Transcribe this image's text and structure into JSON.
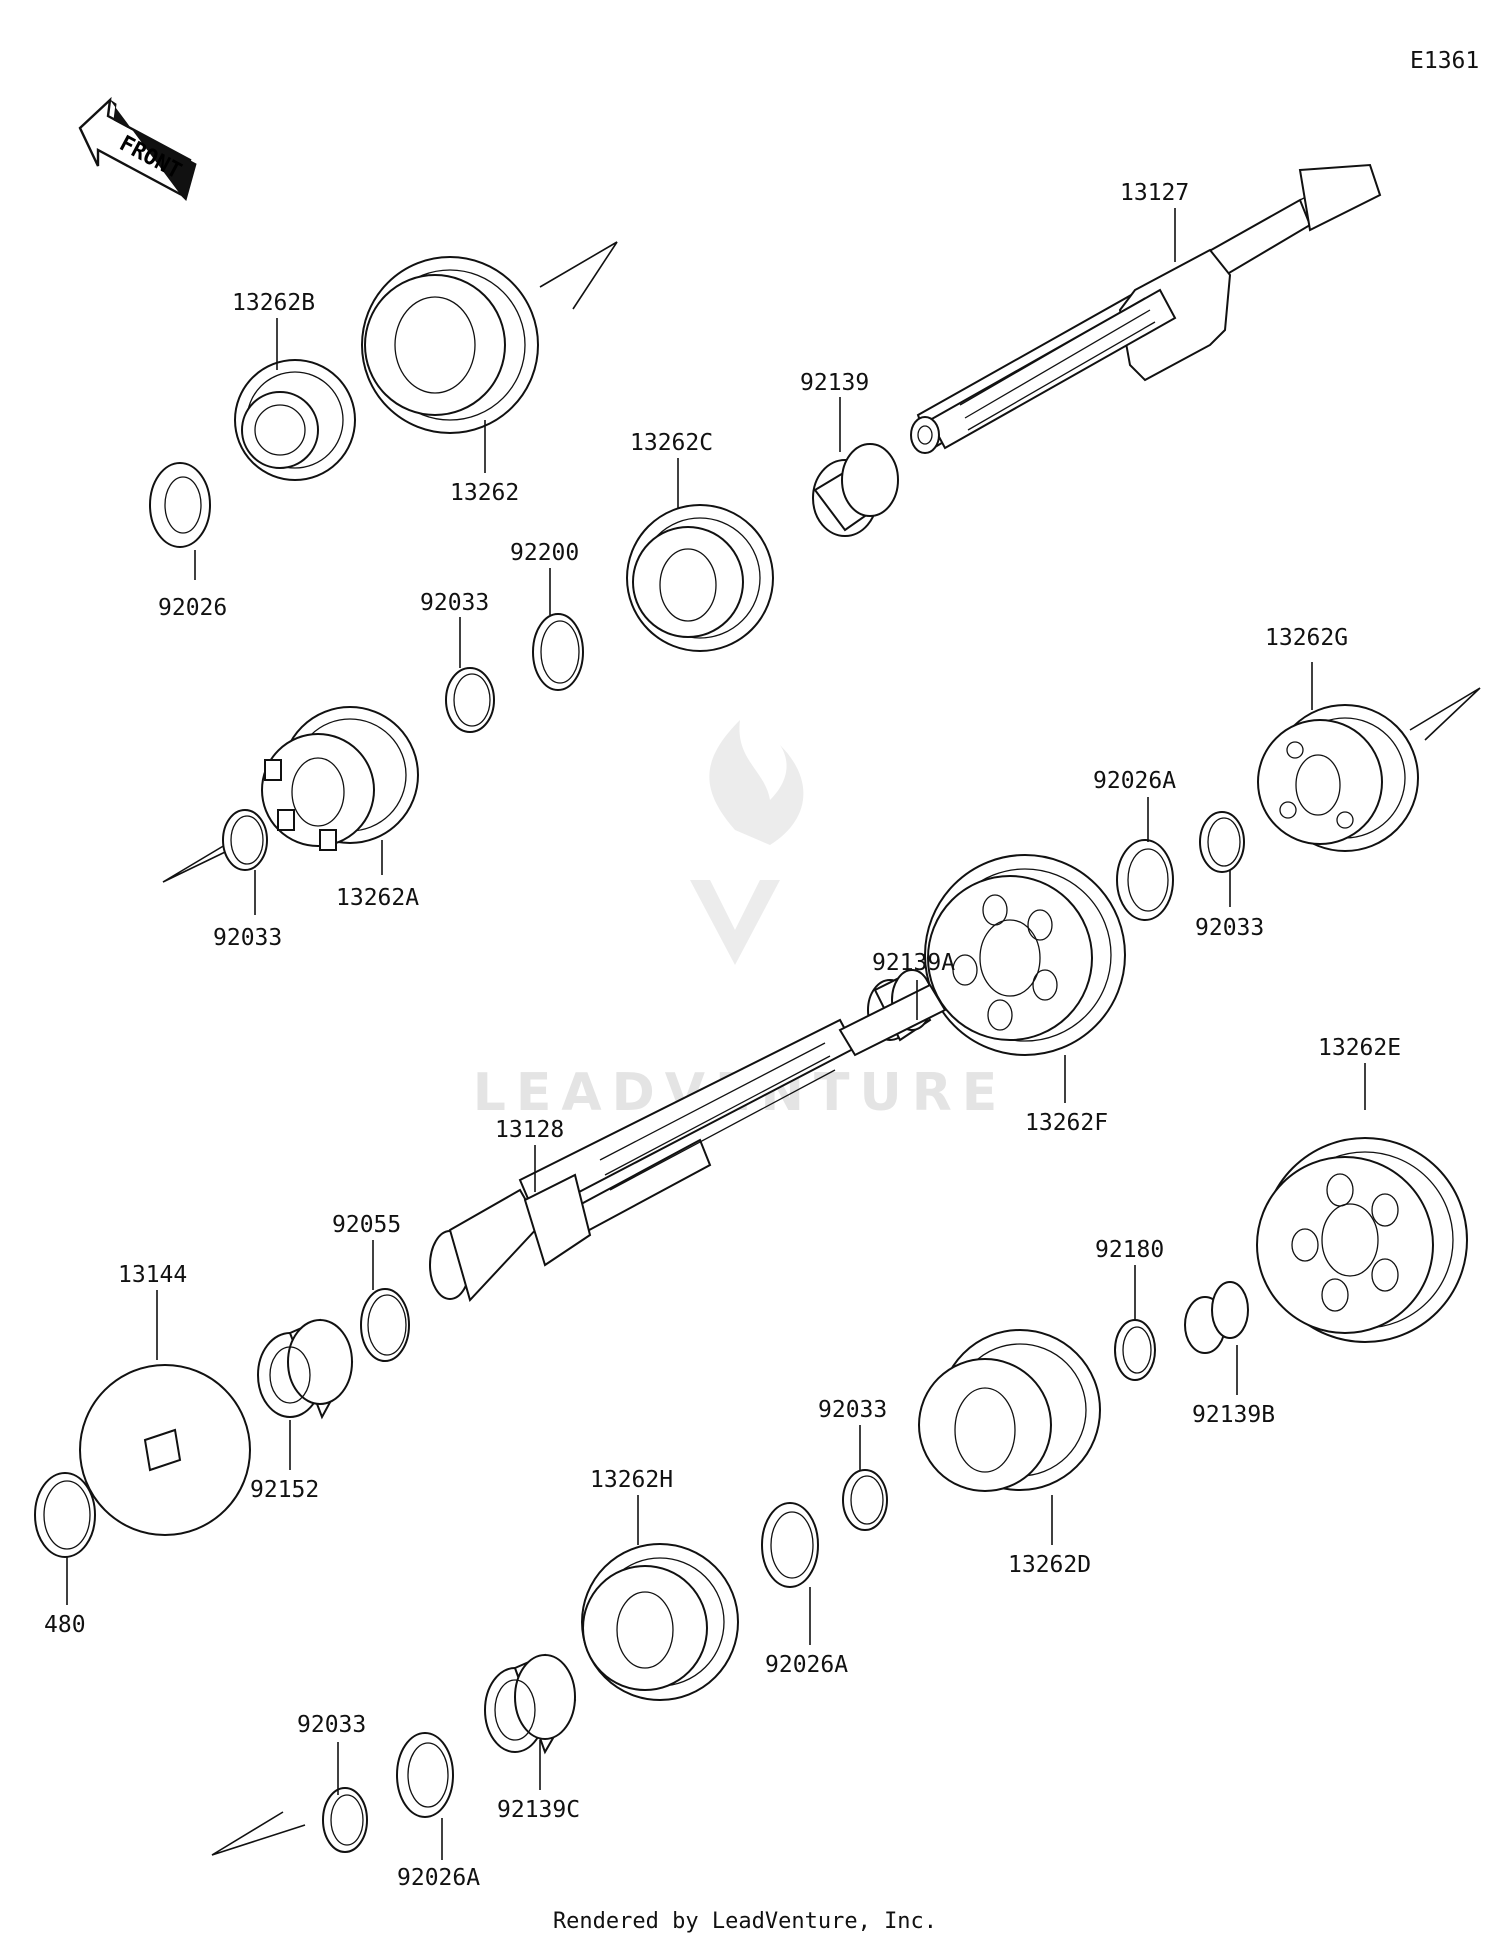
{
  "diagram": {
    "code": "E1361",
    "front_label": "FRONT",
    "watermark": "LEADVENTURE",
    "footer": "Rendered by LeadVenture, Inc."
  },
  "parts": [
    {
      "id": "p13127",
      "label": "13127"
    },
    {
      "id": "p13262B",
      "label": "13262B"
    },
    {
      "id": "p13262",
      "label": "13262"
    },
    {
      "id": "p92139",
      "label": "92139"
    },
    {
      "id": "p13262C",
      "label": "13262C"
    },
    {
      "id": "p92026",
      "label": "92026"
    },
    {
      "id": "p92200",
      "label": "92200"
    },
    {
      "id": "p92033a",
      "label": "92033"
    },
    {
      "id": "p13262G",
      "label": "13262G"
    },
    {
      "id": "p92026A1",
      "label": "92026A"
    },
    {
      "id": "p92033b",
      "label": "92033"
    },
    {
      "id": "p13262A",
      "label": "13262A"
    },
    {
      "id": "p92033c",
      "label": "92033"
    },
    {
      "id": "p92139A",
      "label": "92139A"
    },
    {
      "id": "p13262F",
      "label": "13262F"
    },
    {
      "id": "p13262E",
      "label": "13262E"
    },
    {
      "id": "p13128",
      "label": "13128"
    },
    {
      "id": "p92055",
      "label": "92055"
    },
    {
      "id": "p13144",
      "label": "13144"
    },
    {
      "id": "p92180",
      "label": "92180"
    },
    {
      "id": "p92139B",
      "label": "92139B"
    },
    {
      "id": "p92152",
      "label": "92152"
    },
    {
      "id": "p92033d",
      "label": "92033"
    },
    {
      "id": "p13262H",
      "label": "13262H"
    },
    {
      "id": "p13262D",
      "label": "13262D"
    },
    {
      "id": "p480",
      "label": "480"
    },
    {
      "id": "p92026A2",
      "label": "92026A"
    },
    {
      "id": "p92033e",
      "label": "92033"
    },
    {
      "id": "p92139C",
      "label": "92139C"
    },
    {
      "id": "p92026A3",
      "label": "92026A"
    }
  ]
}
